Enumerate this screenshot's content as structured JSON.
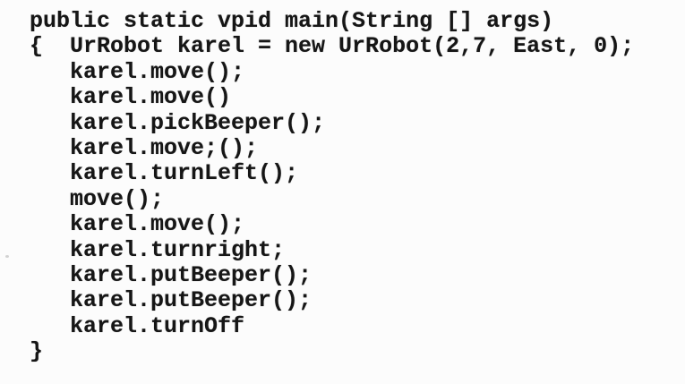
{
  "page": {
    "kind": "scanned-code-listing",
    "background_color": "#fcfcfc",
    "text_color": "#161616"
  },
  "code": {
    "language": "java-karel",
    "lines": [
      "public static vpid main(String [] args)",
      "{  UrRobot karel = new UrRobot(2,7, East, 0);",
      "   karel.move();",
      "   karel.move()",
      "   karel.pickBeeper();",
      "   karel.move;();",
      "   karel.turnLeft();",
      "   move();",
      "   karel.move();",
      "   karel.turnright;",
      "   karel.putBeeper();",
      "   karel.putBeeper();",
      "   karel.turnOff",
      "}"
    ]
  }
}
